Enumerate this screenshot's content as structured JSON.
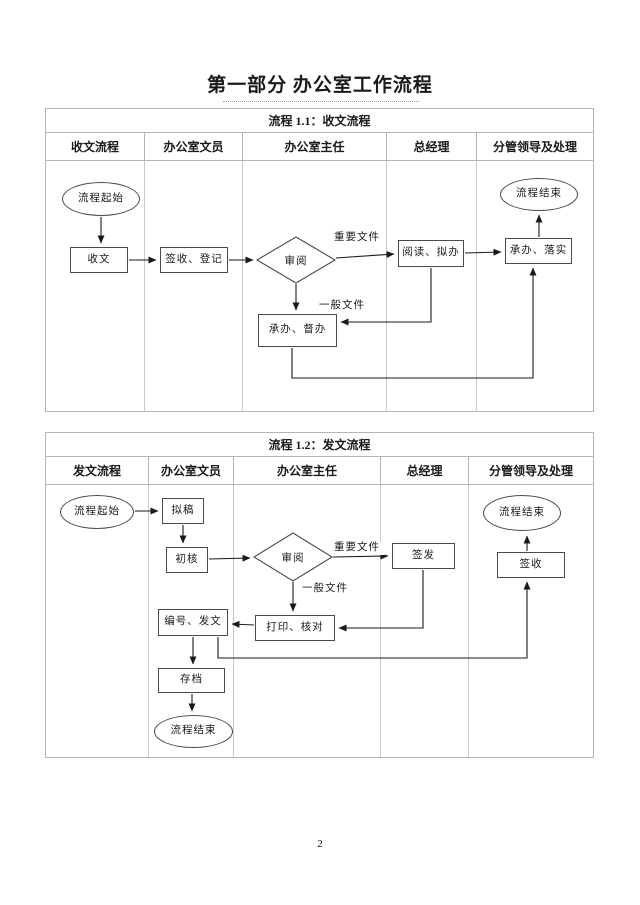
{
  "page": {
    "title": "第一部分  办公室工作流程",
    "page_number": "2"
  },
  "colors": {
    "table_border": "#b5b5b5",
    "shape_border": "#4a4a4a",
    "arrow": "#1a1a1a",
    "text": "#1a1a1a"
  },
  "charts": [
    {
      "type": "swimlane-flowchart",
      "title": "流程 1.1：收文流程",
      "lanes": [
        "收文流程",
        "办公室文员",
        "办公室主任",
        "总经理",
        "分管领导及处理"
      ],
      "nodes": [
        {
          "id": "start",
          "type": "terminator",
          "lane": "收文流程",
          "label": "流程起始"
        },
        {
          "id": "receive",
          "type": "process",
          "lane": "收文流程",
          "label": "收文"
        },
        {
          "id": "sign-register",
          "type": "process",
          "lane": "办公室文员",
          "label": "签收、登记"
        },
        {
          "id": "review",
          "type": "decision",
          "lane": "办公室主任",
          "label": "审阅"
        },
        {
          "id": "read-propose",
          "type": "process",
          "lane": "总经理",
          "label": "阅读、拟办"
        },
        {
          "id": "handle-supervise",
          "type": "process",
          "lane": "办公室主任",
          "label": "承办、督办"
        },
        {
          "id": "handle-implement",
          "type": "process",
          "lane": "分管领导及处理",
          "label": "承办、落实"
        },
        {
          "id": "end",
          "type": "terminator",
          "lane": "分管领导及处理",
          "label": "流程结束"
        }
      ],
      "edges": [
        {
          "from": "start",
          "to": "receive"
        },
        {
          "from": "receive",
          "to": "sign-register"
        },
        {
          "from": "sign-register",
          "to": "review"
        },
        {
          "from": "review",
          "to": "read-propose",
          "label": "重要文件"
        },
        {
          "from": "review",
          "to": "handle-supervise",
          "label": "一般文件"
        },
        {
          "from": "read-propose",
          "to": "handle-implement"
        },
        {
          "from": "read-propose",
          "to": "handle-supervise"
        },
        {
          "from": "handle-supervise",
          "to": "handle-implement"
        },
        {
          "from": "handle-implement",
          "to": "end"
        }
      ]
    },
    {
      "type": "swimlane-flowchart",
      "title": "流程 1.2：发文流程",
      "lanes": [
        "发文流程",
        "办公室文员",
        "办公室主任",
        "总经理",
        "分管领导及处理"
      ],
      "nodes": [
        {
          "id": "start",
          "type": "terminator",
          "lane": "发文流程",
          "label": "流程起始"
        },
        {
          "id": "draft",
          "type": "process",
          "lane": "办公室文员",
          "label": "拟稿"
        },
        {
          "id": "initial-check",
          "type": "process",
          "lane": "办公室文员",
          "label": "初核"
        },
        {
          "id": "review",
          "type": "decision",
          "lane": "办公室主任",
          "label": "审阅"
        },
        {
          "id": "issue",
          "type": "process",
          "lane": "总经理",
          "label": "签发"
        },
        {
          "id": "print-proof",
          "type": "process",
          "lane": "办公室主任",
          "label": "打印、核对"
        },
        {
          "id": "number-dispatch",
          "type": "process",
          "lane": "办公室文员",
          "label": "编号、发文"
        },
        {
          "id": "archive",
          "type": "process",
          "lane": "办公室文员",
          "label": "存档"
        },
        {
          "id": "end",
          "type": "terminator",
          "lane": "办公室文员",
          "label": "流程结束"
        },
        {
          "id": "sign-receive",
          "type": "process",
          "lane": "分管领导及处理",
          "label": "签收"
        },
        {
          "id": "end2",
          "type": "terminator",
          "lane": "分管领导及处理",
          "label": "流程结束"
        }
      ],
      "edges": [
        {
          "from": "start",
          "to": "draft"
        },
        {
          "from": "draft",
          "to": "initial-check"
        },
        {
          "from": "initial-check",
          "to": "review"
        },
        {
          "from": "review",
          "to": "issue",
          "label": "重要文件"
        },
        {
          "from": "review",
          "to": "print-proof",
          "label": "一般文件"
        },
        {
          "from": "issue",
          "to": "print-proof"
        },
        {
          "from": "print-proof",
          "to": "number-dispatch"
        },
        {
          "from": "number-dispatch",
          "to": "archive"
        },
        {
          "from": "number-dispatch",
          "to": "sign-receive"
        },
        {
          "from": "archive",
          "to": "end"
        },
        {
          "from": "sign-receive",
          "to": "end2"
        }
      ]
    }
  ]
}
